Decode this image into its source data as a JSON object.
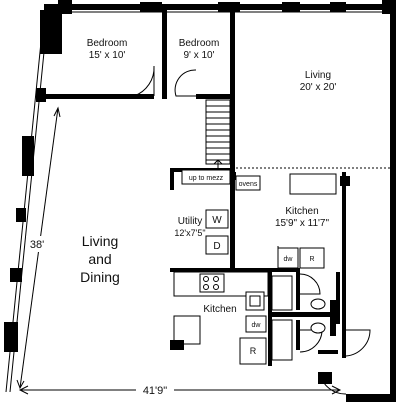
{
  "rooms": {
    "bedroom1": {
      "name": "Bedroom",
      "size": "15' x 10'"
    },
    "bedroom2": {
      "name": "Bedroom",
      "size": "9' x 10'"
    },
    "living": {
      "name": "Living",
      "size": "20' x 20'"
    },
    "living_dining": {
      "line1": "Living",
      "line2": "and",
      "line3": "Dining"
    },
    "utility": {
      "name": "Utility",
      "size": "12'x7'5\""
    },
    "kitchen_upper": {
      "name": "Kitchen",
      "size": "15'9\" x 11'7\""
    },
    "kitchen_lower": {
      "name": "Kitchen"
    }
  },
  "fixtures": {
    "up_to_mezz": "up to mezz",
    "ovens": "ovens",
    "washer": "W",
    "dryer": "D",
    "dishwasher_upper": "dw",
    "fridge_upper": "R",
    "dishwasher_lower": "dw",
    "fridge_lower": "R"
  },
  "dimensions": {
    "vertical": "38'",
    "horizontal": "41'9\""
  },
  "colors": {
    "wall": "#000000",
    "background": "#ffffff"
  }
}
